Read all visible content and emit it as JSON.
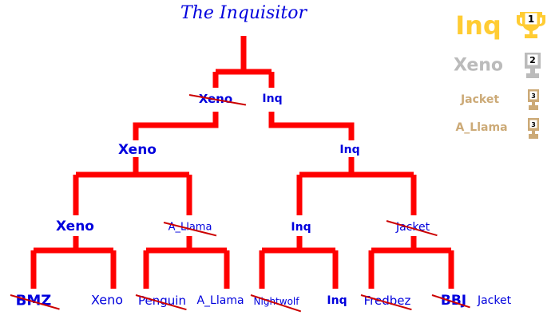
{
  "title": "The Inquisitor",
  "colors": {
    "line": "#ff0000",
    "text": "#0000dd",
    "strike": "#cc0000",
    "gold": "#ffcc33",
    "silver": "#bbbbbb",
    "bronze": "#ccaa77"
  },
  "bracket": {
    "final": {
      "left": "Xeno",
      "right": "Inq"
    },
    "semi": {
      "left": "Xeno",
      "right": "Inq"
    },
    "quarter": [
      "Xeno",
      "A_Llama",
      "Inq",
      "Jacket"
    ],
    "first_round": [
      "BMZ",
      "Xeno",
      "Penguin",
      "A_Llama",
      "Nightwolf",
      "Inq",
      "Fredbez",
      "BBJ"
    ],
    "extra": "Jacket"
  },
  "leaderboard": [
    {
      "name": "Inq",
      "rank": "1"
    },
    {
      "name": "Xeno",
      "rank": "2"
    },
    {
      "name": "Jacket",
      "rank": "3"
    },
    {
      "name": "A_Llama",
      "rank": "3"
    }
  ]
}
